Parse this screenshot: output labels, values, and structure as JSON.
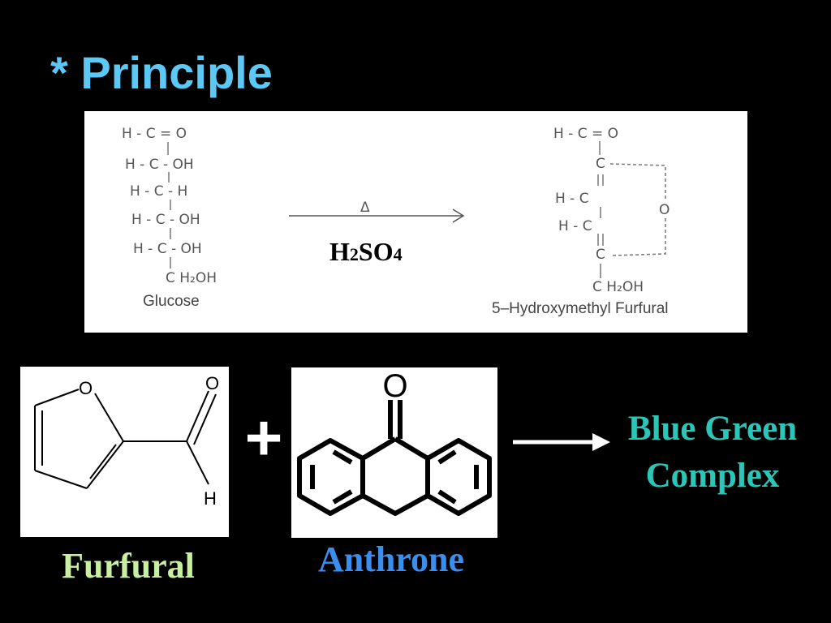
{
  "slide": {
    "title": "* Principle",
    "reagent": {
      "main": "H",
      "sub1": "2",
      "mid": "SO",
      "sub2": "4"
    },
    "delta": "Δ",
    "glucose": {
      "rows": [
        "H - C = O",
        "H - C - OH",
        "H - C - H",
        "H - C - OH",
        "H - C - OH",
        "C H₂OH"
      ],
      "caption": "Glucose"
    },
    "hmf": {
      "rows": [
        "H - C = O",
        "C",
        "H - C",
        "H - C",
        "C",
        "C H₂OH"
      ],
      "ring_o": "O",
      "caption": "5–Hydroxymethyl Furfural"
    },
    "furfural": {
      "atom_o_ring": "O",
      "atom_o": "O",
      "atom_h": "H",
      "label": "Furfural"
    },
    "anthrone": {
      "atom_o": "O",
      "label": "Anthrone"
    },
    "plus": "+",
    "product": {
      "line1": "Blue Green",
      "line2": "Complex"
    },
    "colors": {
      "title": "#5cc8f5",
      "furfural_label": "#c8f0a0",
      "anthrone_label": "#3a8ef0",
      "product": "#2cc6b8"
    }
  }
}
